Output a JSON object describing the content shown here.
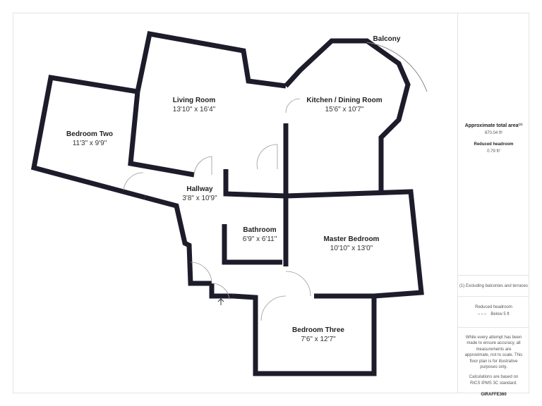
{
  "rooms": [
    {
      "name": "Bedroom Two",
      "dims": "11'3\" x 9'9\""
    },
    {
      "name": "Living Room",
      "dims": "13'10\" x 16'4\""
    },
    {
      "name": "Kitchen / Dining Room",
      "dims": "15'6\" x 10'7\""
    },
    {
      "name": "Balcony",
      "dims": ""
    },
    {
      "name": "Hallway",
      "dims": "3'8\" x 10'9\""
    },
    {
      "name": "Bathroom",
      "dims": "6'9\" x 6'11\""
    },
    {
      "name": "Master Bedroom",
      "dims": "10'10\" x 13'0\""
    },
    {
      "name": "Bedroom Three",
      "dims": "7'6\" x 12'7\""
    }
  ],
  "panel": {
    "area_title": "Approximate total area⁽¹⁾",
    "area_value": "870.04 ft²",
    "reduced_title": "Reduced headroom",
    "reduced_value": "0.79 ft²",
    "footnote": "(1) Excluding balconies and terraces",
    "legend_title": "Reduced headroom",
    "legend_item": "Below 5 ft",
    "disclaimer": "While every attempt has been made to ensure accuracy, all measurements are approximate, not to scale. This floor plan is for illustrative purposes only.",
    "calc": "Calculations are based on RICS IPMS 3C standard.",
    "brand": "GIRAFFE360"
  },
  "colors": {
    "wall": "#1c1c2a"
  }
}
